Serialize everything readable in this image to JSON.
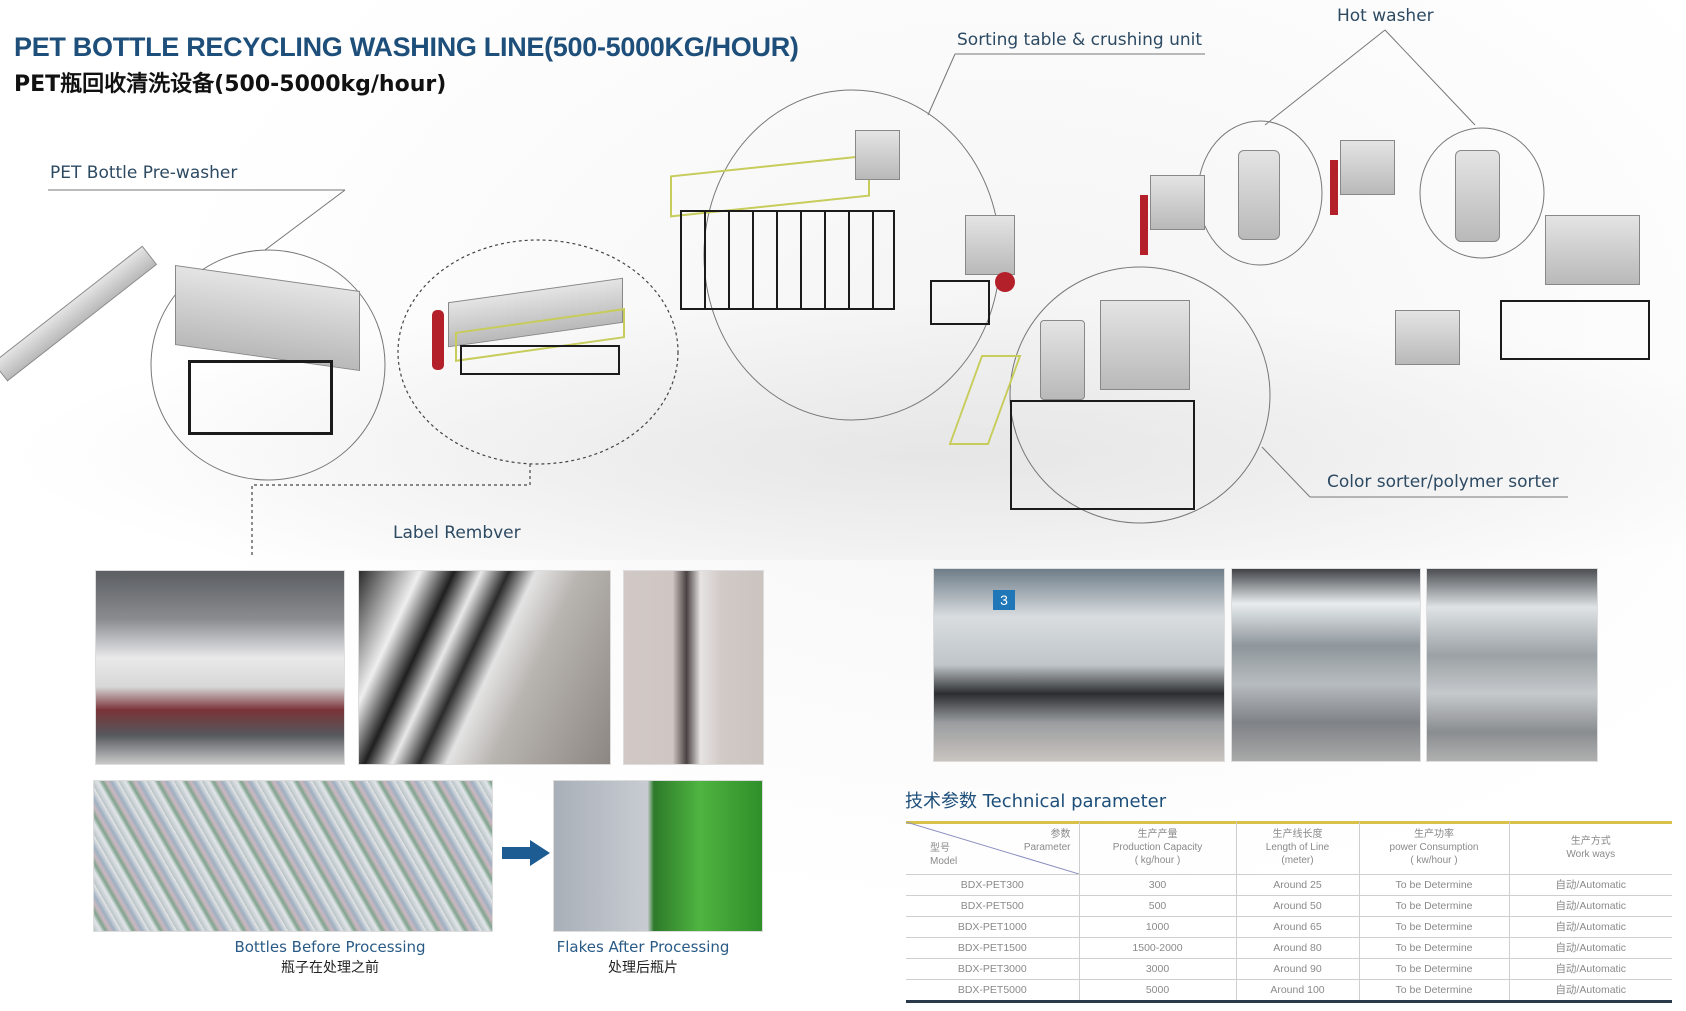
{
  "header": {
    "title_en": "PET BOTTLE RECYCLING WASHING LINE(500-5000KG/HOUR)",
    "title_cn": "PET瓶回收清洗设备(500-5000kg/hour)"
  },
  "callouts": {
    "prewasher": "PET Bottle Pre-washer",
    "label_remover": "Label Rembver",
    "sorting_crushing": "Sorting table & crushing unit",
    "hot_washer": "Hot washer",
    "color_sorter": "Color sorter/polymer sorter"
  },
  "photos": {
    "before_caption_en": "Bottles Before Processing",
    "before_caption_cn": "瓶子在处理之前",
    "after_caption_en": "Flakes After Processing",
    "after_caption_cn": "处理后瓶片",
    "factory_badge": "3",
    "arrow_icon": "right-arrow"
  },
  "colors": {
    "title_blue": "#1e4f7a",
    "caption_blue": "#2a5b86",
    "machine_red": "#b3202a",
    "rail_yellow": "#c7cc5a",
    "table_top_rule": "#d8c24a",
    "table_bottom_rule": "#2b3a4a",
    "arrow_blue": "#1d5c92"
  },
  "table": {
    "title": "技术参数 Technical parameter",
    "corner": {
      "param_cn": "参数",
      "param_en": "Parameter",
      "model_cn": "型号",
      "model_en": "Model"
    },
    "headers": [
      {
        "cn": "生产产量",
        "en": "Production Capacity",
        "unit": "( kg/hour )"
      },
      {
        "cn": "生产线长度",
        "en": "Length of Line",
        "unit": "(meter)"
      },
      {
        "cn": "生产功率",
        "en": "power Consumption",
        "unit": "( kw/hour )"
      },
      {
        "cn": "生产方式",
        "en": "Work ways",
        "unit": ""
      }
    ],
    "rows": [
      {
        "model": "BDX-PET300",
        "capacity": "300",
        "length": "Around 25",
        "power": "To be Determine",
        "work": "自动/Automatic"
      },
      {
        "model": "BDX-PET500",
        "capacity": "500",
        "length": "Around 50",
        "power": "To be Determine",
        "work": "自动/Automatic"
      },
      {
        "model": "BDX-PET1000",
        "capacity": "1000",
        "length": "Around 65",
        "power": "To be Determine",
        "work": "自动/Automatic"
      },
      {
        "model": "BDX-PET1500",
        "capacity": "1500-2000",
        "length": "Around 80",
        "power": "To be Determine",
        "work": "自动/Automatic"
      },
      {
        "model": "BDX-PET3000",
        "capacity": "3000",
        "length": "Around 90",
        "power": "To be Determine",
        "work": "自动/Automatic"
      },
      {
        "model": "BDX-PET5000",
        "capacity": "5000",
        "length": "Around 100",
        "power": "To be Determine",
        "work": "自动/Automatic"
      }
    ]
  }
}
